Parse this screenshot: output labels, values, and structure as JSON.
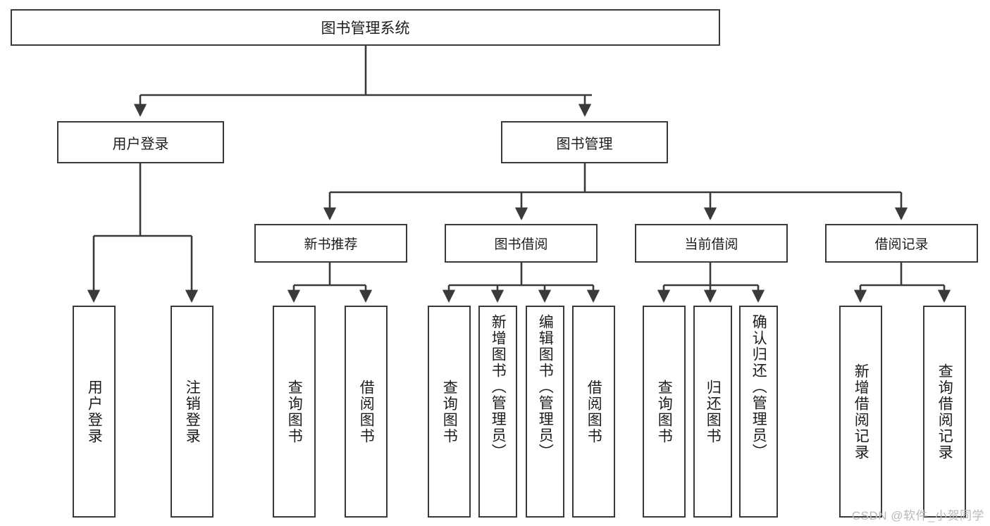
{
  "diagram": {
    "title": "图书管理系统",
    "root": {
      "label": "图书管理系统"
    },
    "branches": [
      {
        "label": "用户登录"
      },
      {
        "label": "图书管理"
      }
    ],
    "subbranches": [
      {
        "label": "新书推荐"
      },
      {
        "label": "图书借阅"
      },
      {
        "label": "当前借阅"
      },
      {
        "label": "借阅记录"
      }
    ],
    "leaves": {
      "user_login": [
        {
          "label": "用户登录"
        },
        {
          "label": "注销登录"
        }
      ],
      "new_book": [
        {
          "label": "查询图书"
        },
        {
          "label": "借阅图书"
        }
      ],
      "borrow": [
        {
          "label": "查询图书"
        },
        {
          "label": "新增图书（管理员）"
        },
        {
          "label": "编辑图书（管理员）"
        },
        {
          "label": "借阅图书"
        }
      ],
      "current": [
        {
          "label": "查询图书"
        },
        {
          "label": "归还图书"
        },
        {
          "label": "确认归还（管理员）"
        }
      ],
      "records": [
        {
          "label": "新增借阅记录"
        },
        {
          "label": "查询借阅记录"
        }
      ]
    }
  },
  "watermark": {
    "text": "CSDN @软件_小贺同学"
  },
  "colors": {
    "stroke": "#3a3a3a",
    "text": "#1c1c1c",
    "background": "#ffffff",
    "watermark": "#b9b9b9"
  }
}
